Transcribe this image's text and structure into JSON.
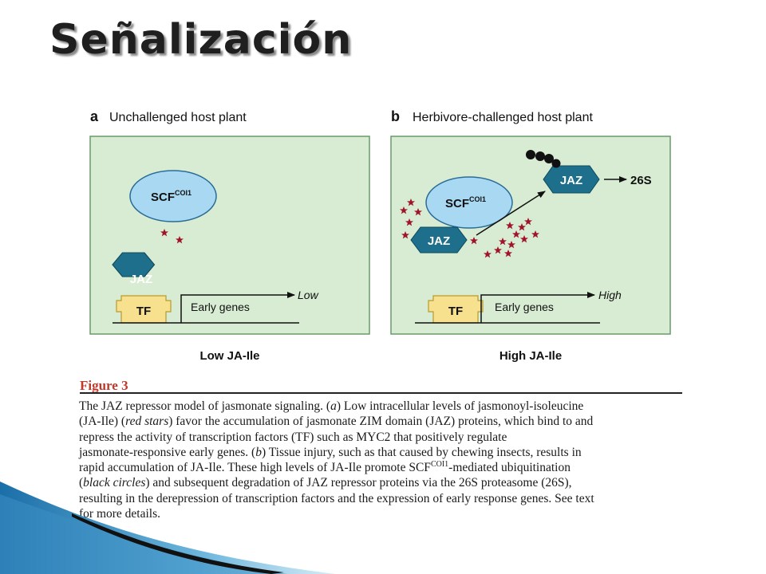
{
  "slide": {
    "title": "Señalización"
  },
  "panel_a": {
    "letter": "a",
    "title": "Unchallenged host plant",
    "scf": "SCF",
    "scf_sup": "COI1",
    "jaz": "JAZ",
    "tf": "TF",
    "early_genes": "Early genes",
    "level": "Low",
    "footer": "Low JA-Ile"
  },
  "panel_b": {
    "letter": "b",
    "title": "Herbivore-challenged host plant",
    "scf": "SCF",
    "scf_sup": "COI1",
    "jaz_bound": "JAZ",
    "jaz_free": "JAZ",
    "proteasome": "26S",
    "tf": "TF",
    "early_genes": "Early genes",
    "level": "High",
    "footer": "High JA-Ile"
  },
  "figure": {
    "label": "Figure 3",
    "caption": {
      "l1": {
        "a": "The JAZ repressor model of jasmonate signaling. (",
        "b": "a",
        "c": ") Low intracellular levels of jasmonoyl-isoleucine"
      },
      "l2": {
        "a": "(JA-Ile) (",
        "b": "red stars",
        "c": ") favor the accumulation of jasmonate ZIM domain (JAZ) proteins, which bind to and"
      },
      "l3": "repress the activity of transcription factors (TF) such as MYC2 that positively regulate",
      "l4": {
        "a": "jasmonate-responsive early genes. (",
        "b": "b",
        "c": ") Tissue injury, such as that caused by chewing insects, results in"
      },
      "l5": {
        "a": "rapid accumulation of JA-Ile. These high levels of JA-Ile promote SCF",
        "sup": "COI1",
        "c": "-mediated ubiquitination"
      },
      "l6": {
        "a": "(",
        "b": "black circles",
        "c": ") and subsequent degradation of JAZ repressor proteins via the 26S proteasome (26S),"
      },
      "l7": "resulting in the derepression of transcription factors and the expression of early response genes. See text",
      "l8": "for more details."
    }
  },
  "colors": {
    "panel_bg": "#d8ecd3",
    "panel_border": "#6a9a6a",
    "scf_fill": "#a8d8f2",
    "scf_stroke": "#2a6c98",
    "jaz_fill": "#1d6f8b",
    "tf_fill": "#f7e08e",
    "tf_stroke": "#b89a2c",
    "star": "#a0142a",
    "figure_label": "#c0392b"
  }
}
